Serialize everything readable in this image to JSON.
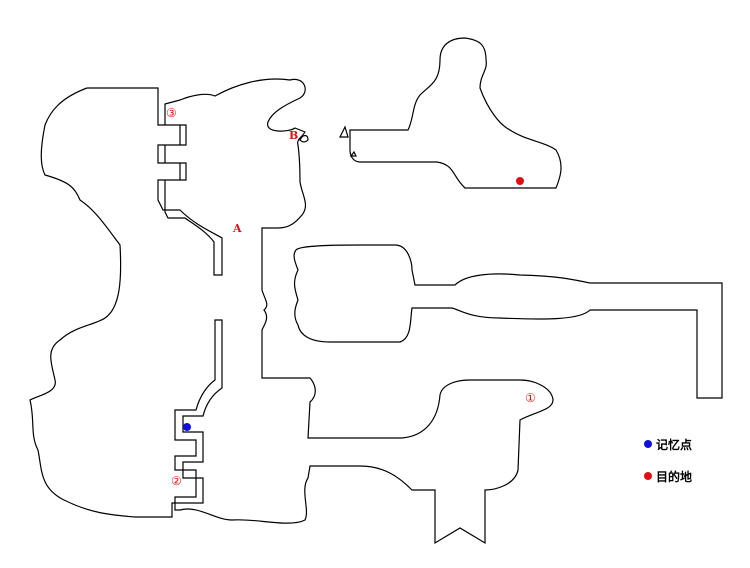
{
  "markers": {
    "A": "A",
    "B": "B",
    "n1": "①",
    "n2": "②",
    "n3": "③"
  },
  "legend": {
    "save_point": {
      "label": "记忆点",
      "color": "#1010dd"
    },
    "destination": {
      "label": "目的地",
      "color": "#e01010"
    }
  },
  "colors": {
    "wall": "#000000",
    "marker_text": "#e01010"
  }
}
